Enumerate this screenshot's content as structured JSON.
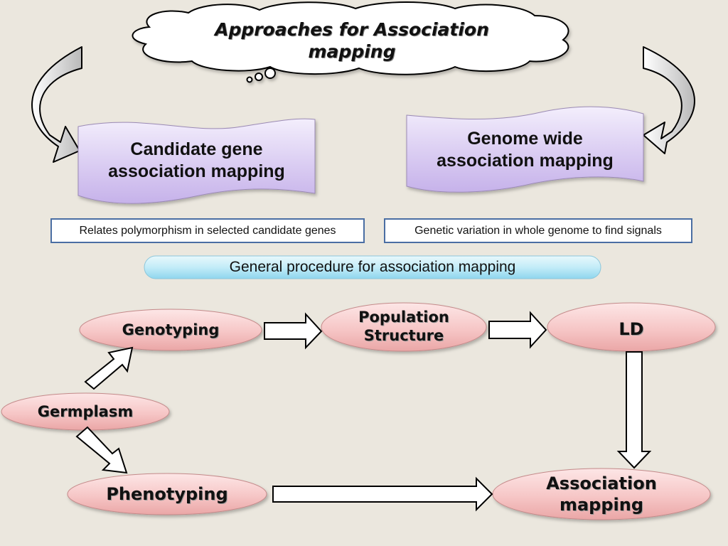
{
  "title": {
    "line1": "Approaches for Association",
    "line2": "mapping"
  },
  "approaches": {
    "candidate": {
      "line1": "Candidate gene",
      "line2": "association mapping",
      "description": "Relates polymorphism in selected candidate genes"
    },
    "genome_wide": {
      "line1": "Genome wide",
      "line2": "association mapping",
      "description": "Genetic variation in whole genome to find signals"
    }
  },
  "procedure_label": "General procedure for association mapping",
  "nodes": {
    "germplasm": "Germplasm",
    "genotyping": "Genotyping",
    "phenotyping": "Phenotyping",
    "population_structure": {
      "line1": "Population",
      "line2": "Structure"
    },
    "ld": "LD",
    "association_mapping": {
      "line1": "Association",
      "line2": "mapping"
    }
  },
  "colors": {
    "background": "#ebe7de",
    "node_fill": "#f4c3c3",
    "scroll_fill": "#d7c9f1",
    "pill_fill": "#bfeaf6",
    "box_border": "#4a6ea3"
  }
}
